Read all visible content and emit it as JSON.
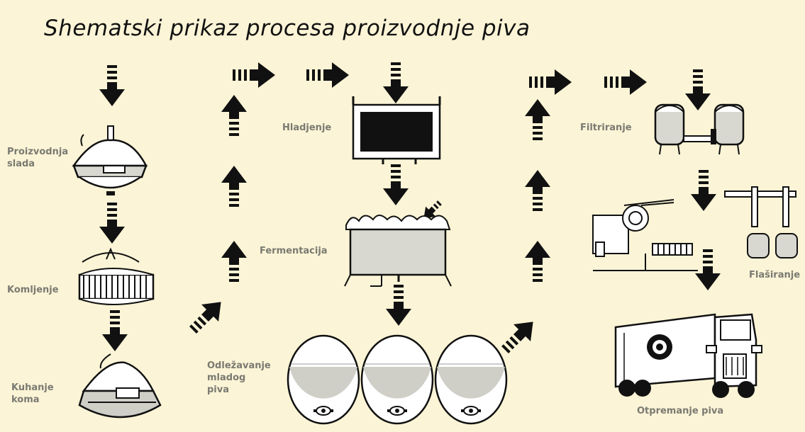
{
  "title": "Shematski prikaz procesa proizvodnje piva",
  "labels": {
    "proizvodnja_line1": "Proizvodnja",
    "proizvodnja_line2": "slada",
    "komljenje": "Komljenje",
    "kuhanje_line1": "Kuhanje",
    "kuhanje_line2": "koma",
    "hladjenje": "Hladjenje",
    "fermentacija": "Fermentacija",
    "odlezavanje_line1": "Odležavanje",
    "odlezavanje_line2": "mladog",
    "odlezavanje_line3": "piva",
    "filtriranje": "Filtriranje",
    "flasiranje": "Flaširanje",
    "otpremanje": "Otpremanje piva"
  },
  "colors": {
    "background": "#fbf4d6",
    "ink": "#111111",
    "label": "#7a7a72",
    "equipment_fill": "#d8d8d0"
  }
}
